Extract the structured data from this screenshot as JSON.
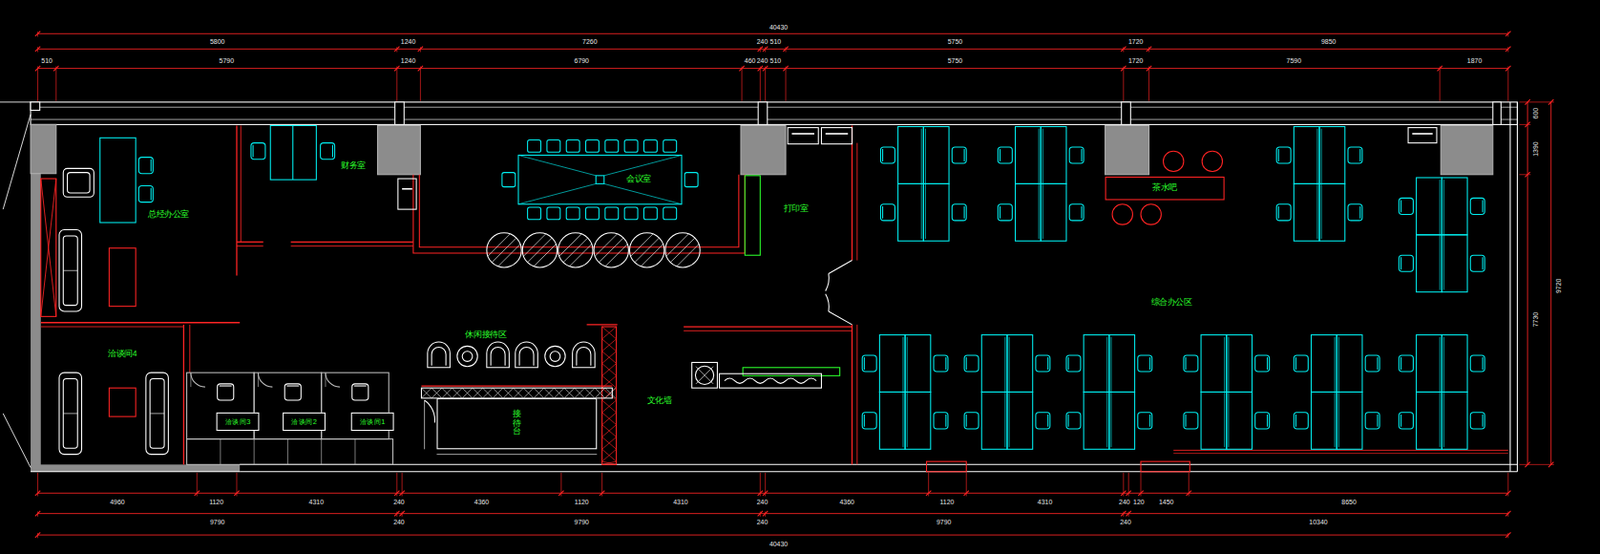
{
  "diagram": {
    "nodes": [
      {
        "text": [
          "茶水吧"
        ]
      },
      {
        "text": [
          "洽谈间3"
        ]
      },
      {
        "text": [
          "洽谈间2"
        ]
      },
      {
        "text": [
          "洽谈间1"
        ]
      },
      {
        "text": [
          "接待台"
        ]
      }
    ],
    "labels": [
      "40430",
      "5800",
      "1240",
      "7260",
      "240",
      "510",
      "5750",
      "1720",
      "9850",
      "510",
      "5790",
      "1240",
      "6790",
      "460",
      "240",
      "510",
      "5750",
      "1720",
      "7590",
      "1870",
      "600",
      "1390",
      "7730",
      "9720",
      "4960",
      "1120",
      "4310",
      "240",
      "4360",
      "1120",
      "4310",
      "240",
      "4360",
      "1120",
      "4310",
      "240",
      "120",
      "1450",
      "8650",
      "9790",
      "240",
      "9790",
      "240",
      "9790",
      "240",
      "10340",
      "40430",
      "总经办公室",
      "财务室",
      "会议室",
      "打印室",
      "综合办公区",
      "休闲接待区",
      "洽谈间4",
      "文化墙"
    ]
  }
}
